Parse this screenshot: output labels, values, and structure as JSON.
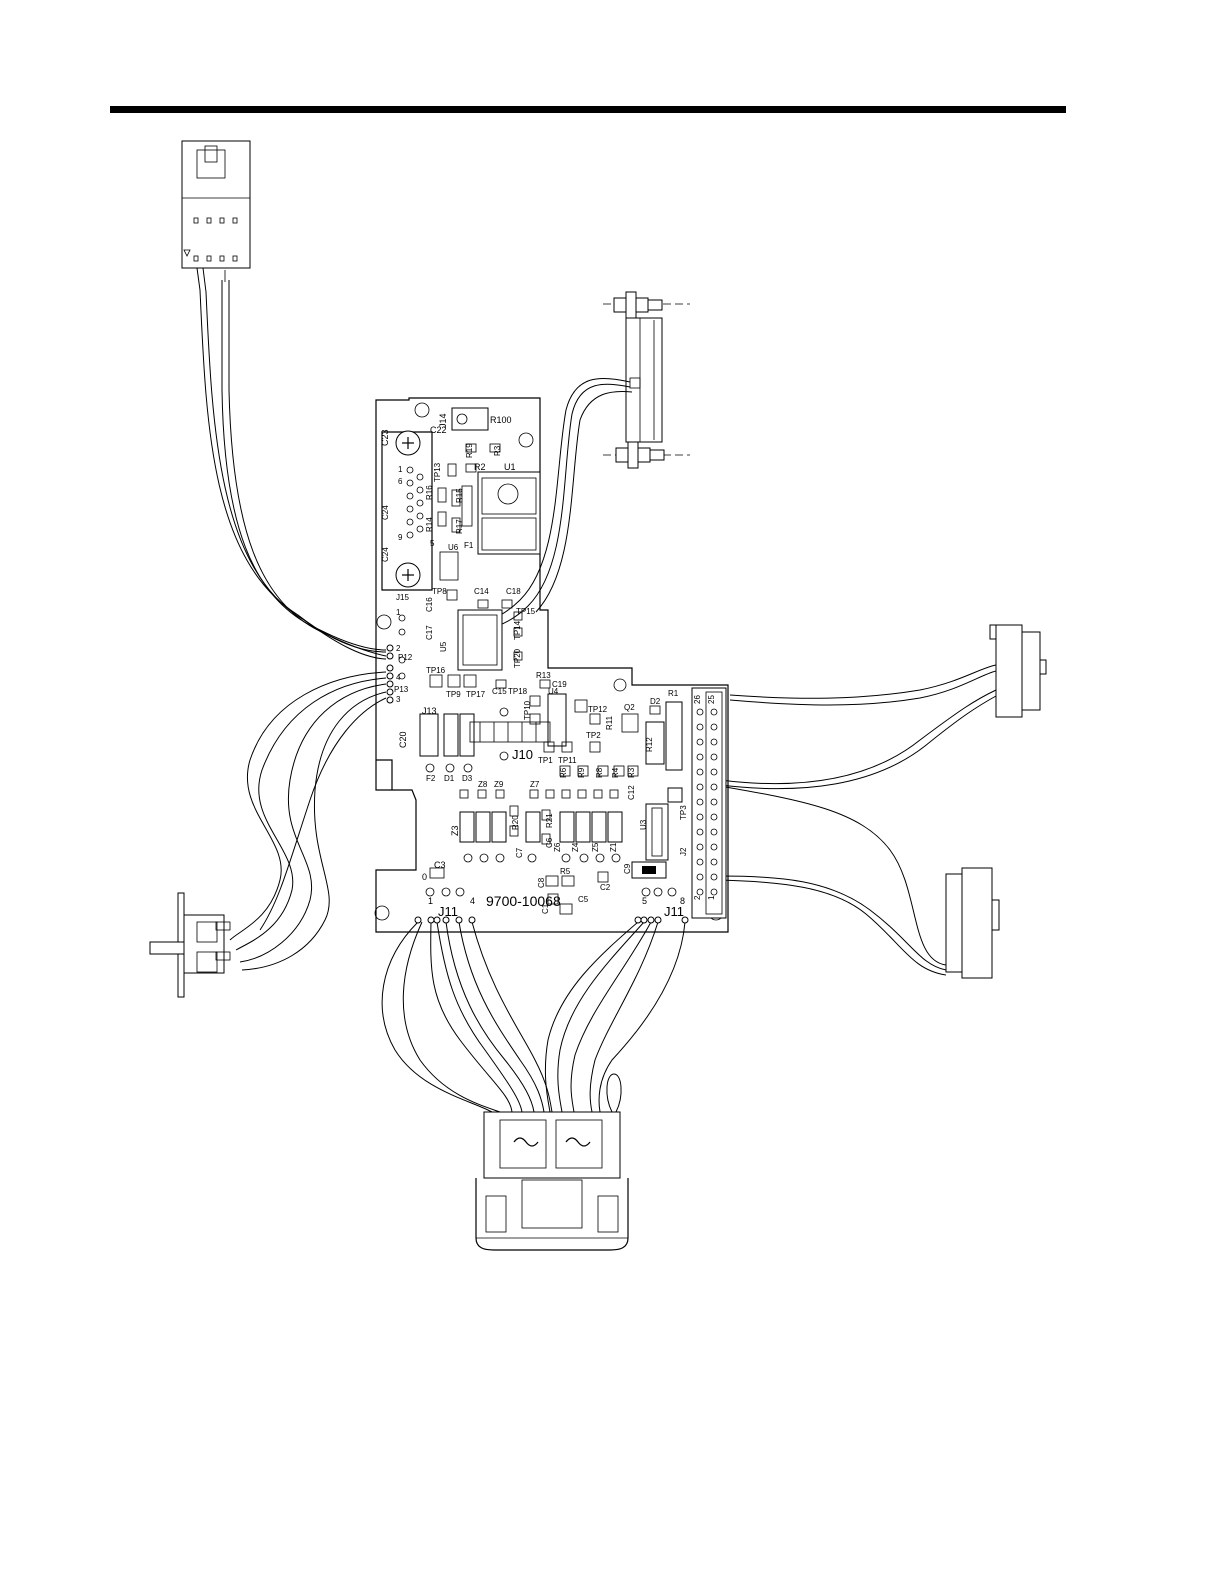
{
  "board": {
    "part_number": "9700-10068"
  },
  "labels": {
    "J14": "J14",
    "R100": "R100",
    "C22": "C22",
    "C23": "C23",
    "R19": "R19",
    "R3": "R3",
    "TP13": "TP13",
    "R2": "R2",
    "U1": "U1",
    "R15": "R15",
    "R16": "R16",
    "R17": "R17",
    "R14": "R14",
    "F1": "F1",
    "C24a": "C24",
    "C24b": "C24",
    "U6": "U6",
    "J15": "J15",
    "TP8": "TP8",
    "C14": "C14",
    "C18": "C18",
    "C16": "C16",
    "TP15": "TP15",
    "TP14": "TP14",
    "C17": "C17",
    "U5": "U5",
    "TP20": "TP20",
    "R13": "R13",
    "C19": "C19",
    "P12": "P12",
    "P13": "P13",
    "TP16": "TP16",
    "TP9": "TP9",
    "TP17": "TP17",
    "C15": "C15",
    "TP18": "TP18",
    "U4": "U4",
    "TP10": "TP10",
    "TP12": "TP12",
    "Q2": "Q2",
    "D2": "D2",
    "R1": "R1",
    "R11": "R11",
    "TP2": "TP2",
    "J13": "J13",
    "C20": "C20",
    "J10": "J10",
    "TP1": "TP1",
    "TP11": "TP11",
    "R12": "R12",
    "F2": "F2",
    "D1": "D1",
    "D3": "D3",
    "R6": "R6",
    "R9": "R9",
    "R8": "R8",
    "R4": "R4",
    "R3b": "R3",
    "Z8": "Z8",
    "Z9": "Z9",
    "Z7": "Z7",
    "C12": "C12",
    "TP3": "TP3",
    "Z3": "Z3",
    "R20": "R20",
    "R21": "R21",
    "C6": "C6",
    "Z6": "Z6",
    "Z4": "Z4",
    "Z5": "Z5",
    "Z1": "Z1",
    "U3": "U3",
    "J2": "J2",
    "C7": "C7",
    "C3": "C3",
    "C8": "C8",
    "R5": "R5",
    "C2": "C2",
    "C9": "C9",
    "C1": "C1",
    "C5": "C5",
    "J11a": "J11",
    "J11b": "J11",
    "pin1": "1",
    "pin4": "4",
    "pin5": "5",
    "pin8": "8",
    "pin0": "0",
    "j2_1": "1",
    "j2_2": "2",
    "j2_25": "25",
    "j2_26": "26",
    "j15_1": "1",
    "j15_6": "6",
    "j15_9": "9",
    "j15_5": "5",
    "p12_1": "1",
    "p12_2": "2",
    "p12_4": "4",
    "p12_3": "3"
  }
}
